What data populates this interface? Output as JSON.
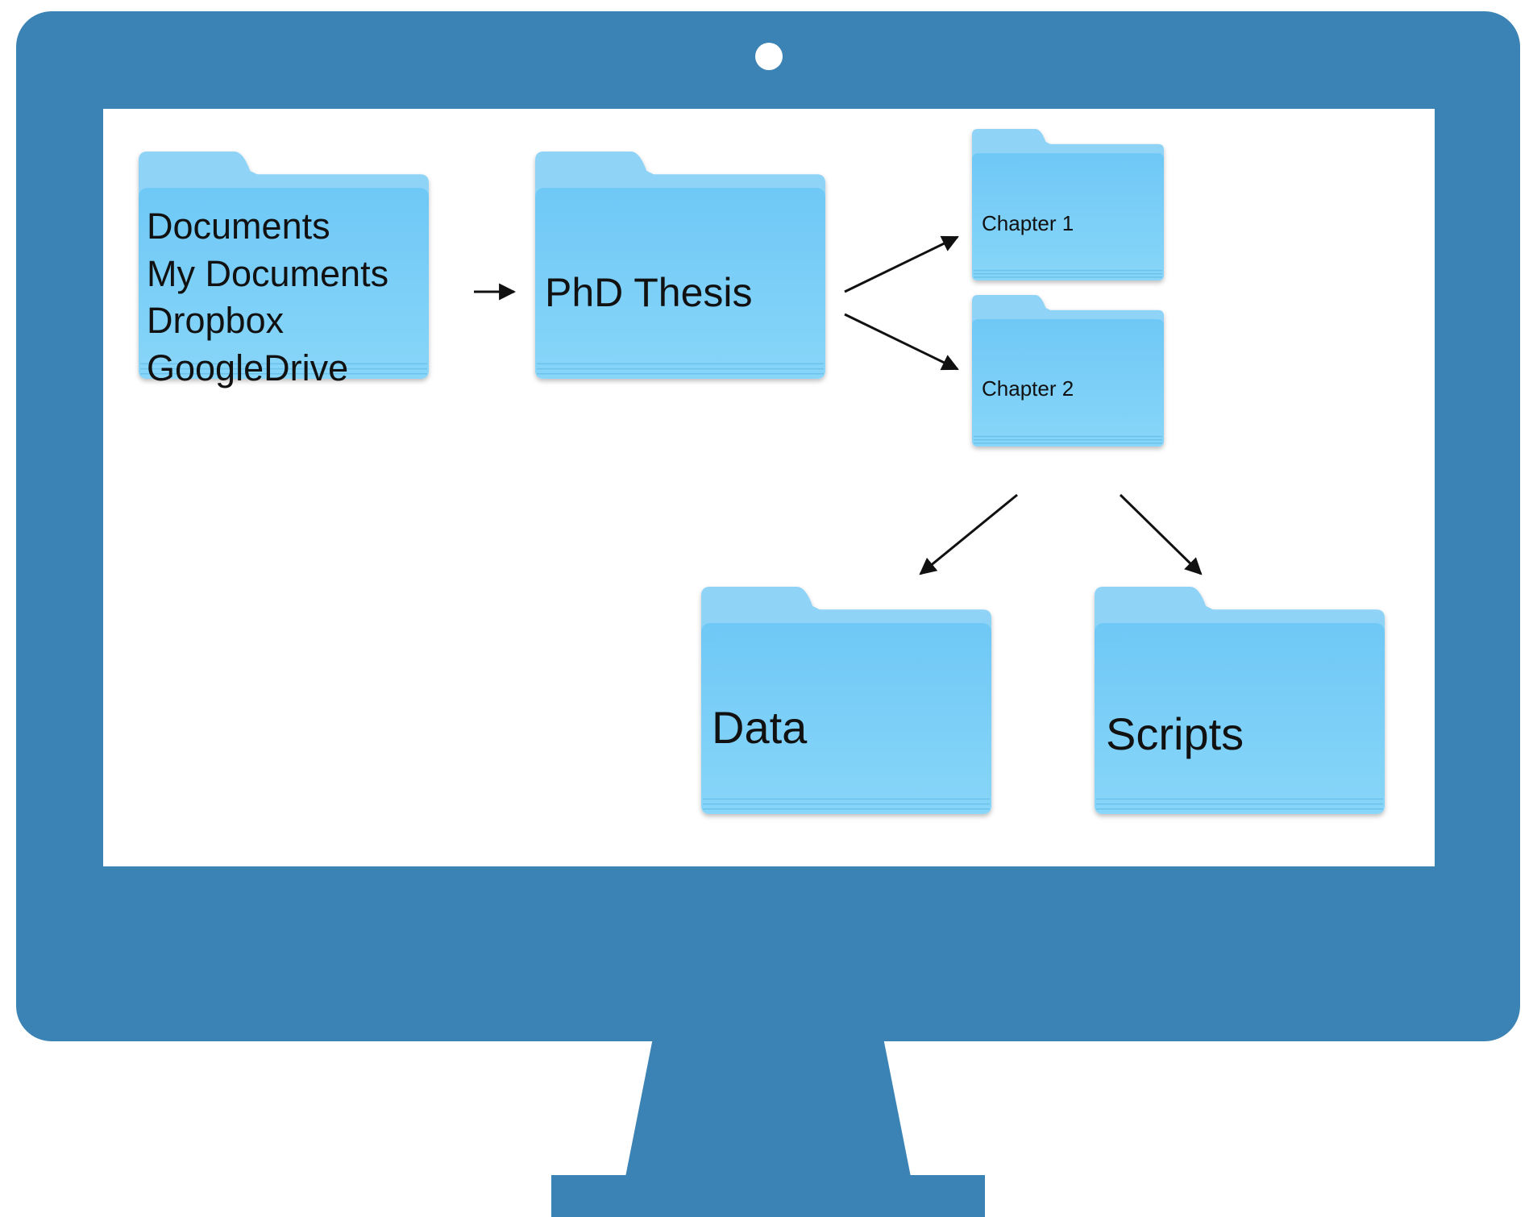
{
  "colors": {
    "monitor_frame": "#3b83b4",
    "screen": "#ffffff",
    "folder_tab": "#8fd3f7",
    "folder_front": "#73cbf6",
    "folder_front_light": "#86d4f8",
    "arrow": "#111111"
  },
  "folders": {
    "sources": {
      "icon": "folder-icon",
      "lines": [
        "Documents",
        "My Documents",
        "Dropbox",
        "GoogleDrive"
      ]
    },
    "thesis": {
      "icon": "folder-icon",
      "label": "PhD Thesis"
    },
    "chapter1": {
      "icon": "folder-icon",
      "label": "Chapter 1"
    },
    "chapter2": {
      "icon": "folder-icon",
      "label": "Chapter 2"
    },
    "data": {
      "icon": "folder-icon",
      "label": "Data"
    },
    "scripts": {
      "icon": "folder-icon",
      "label": "Scripts"
    }
  },
  "arrows": [
    {
      "from": "sources",
      "to": "thesis"
    },
    {
      "from": "thesis",
      "to": "chapter1"
    },
    {
      "from": "thesis",
      "to": "chapter2"
    },
    {
      "from": "chapter2",
      "to": "data"
    },
    {
      "from": "chapter2",
      "to": "scripts"
    }
  ]
}
